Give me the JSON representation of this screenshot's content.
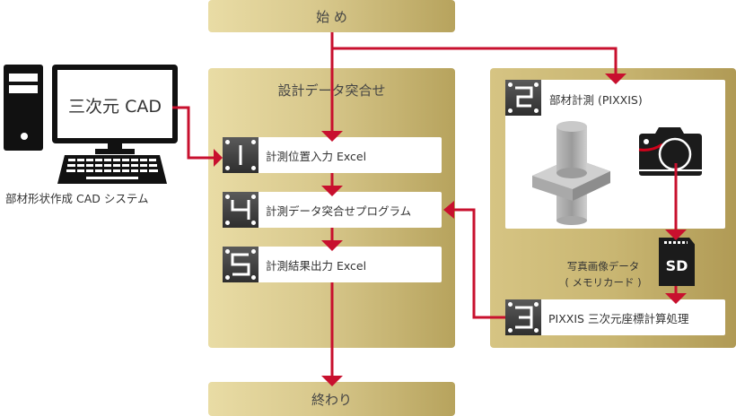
{
  "flow": {
    "start_label": "始 め",
    "end_label": "終わり",
    "design_group_title": "設計データ突合せ",
    "steps": [
      {
        "number": "1",
        "label": "計測位置入力 Excel"
      },
      {
        "number": "2",
        "label": "部材計測 (PIXXIS)"
      },
      {
        "number": "3",
        "label": "PIXXIS 三次元座標計算処理"
      },
      {
        "number": "4",
        "label": "計測データ突合せプログラム"
      },
      {
        "number": "5",
        "label": "計測結果出力 Excel"
      }
    ]
  },
  "cad": {
    "screen_label": "三次元 CAD",
    "caption": "部材形状作成 CAD システム"
  },
  "sd_card": {
    "label": "SD",
    "caption_line1": "写真画像データ",
    "caption_line2": "( メモリカード )"
  },
  "icons": [
    "pc-tower-icon",
    "monitor-icon",
    "keyboard-icon",
    "steel-column-icon",
    "camera-icon",
    "sd-card-icon"
  ],
  "colors": {
    "arrow": "#c8102e",
    "gold_light": "#e9dca5",
    "gold_dark": "#b09a55",
    "badge": "#3a3a3a"
  }
}
